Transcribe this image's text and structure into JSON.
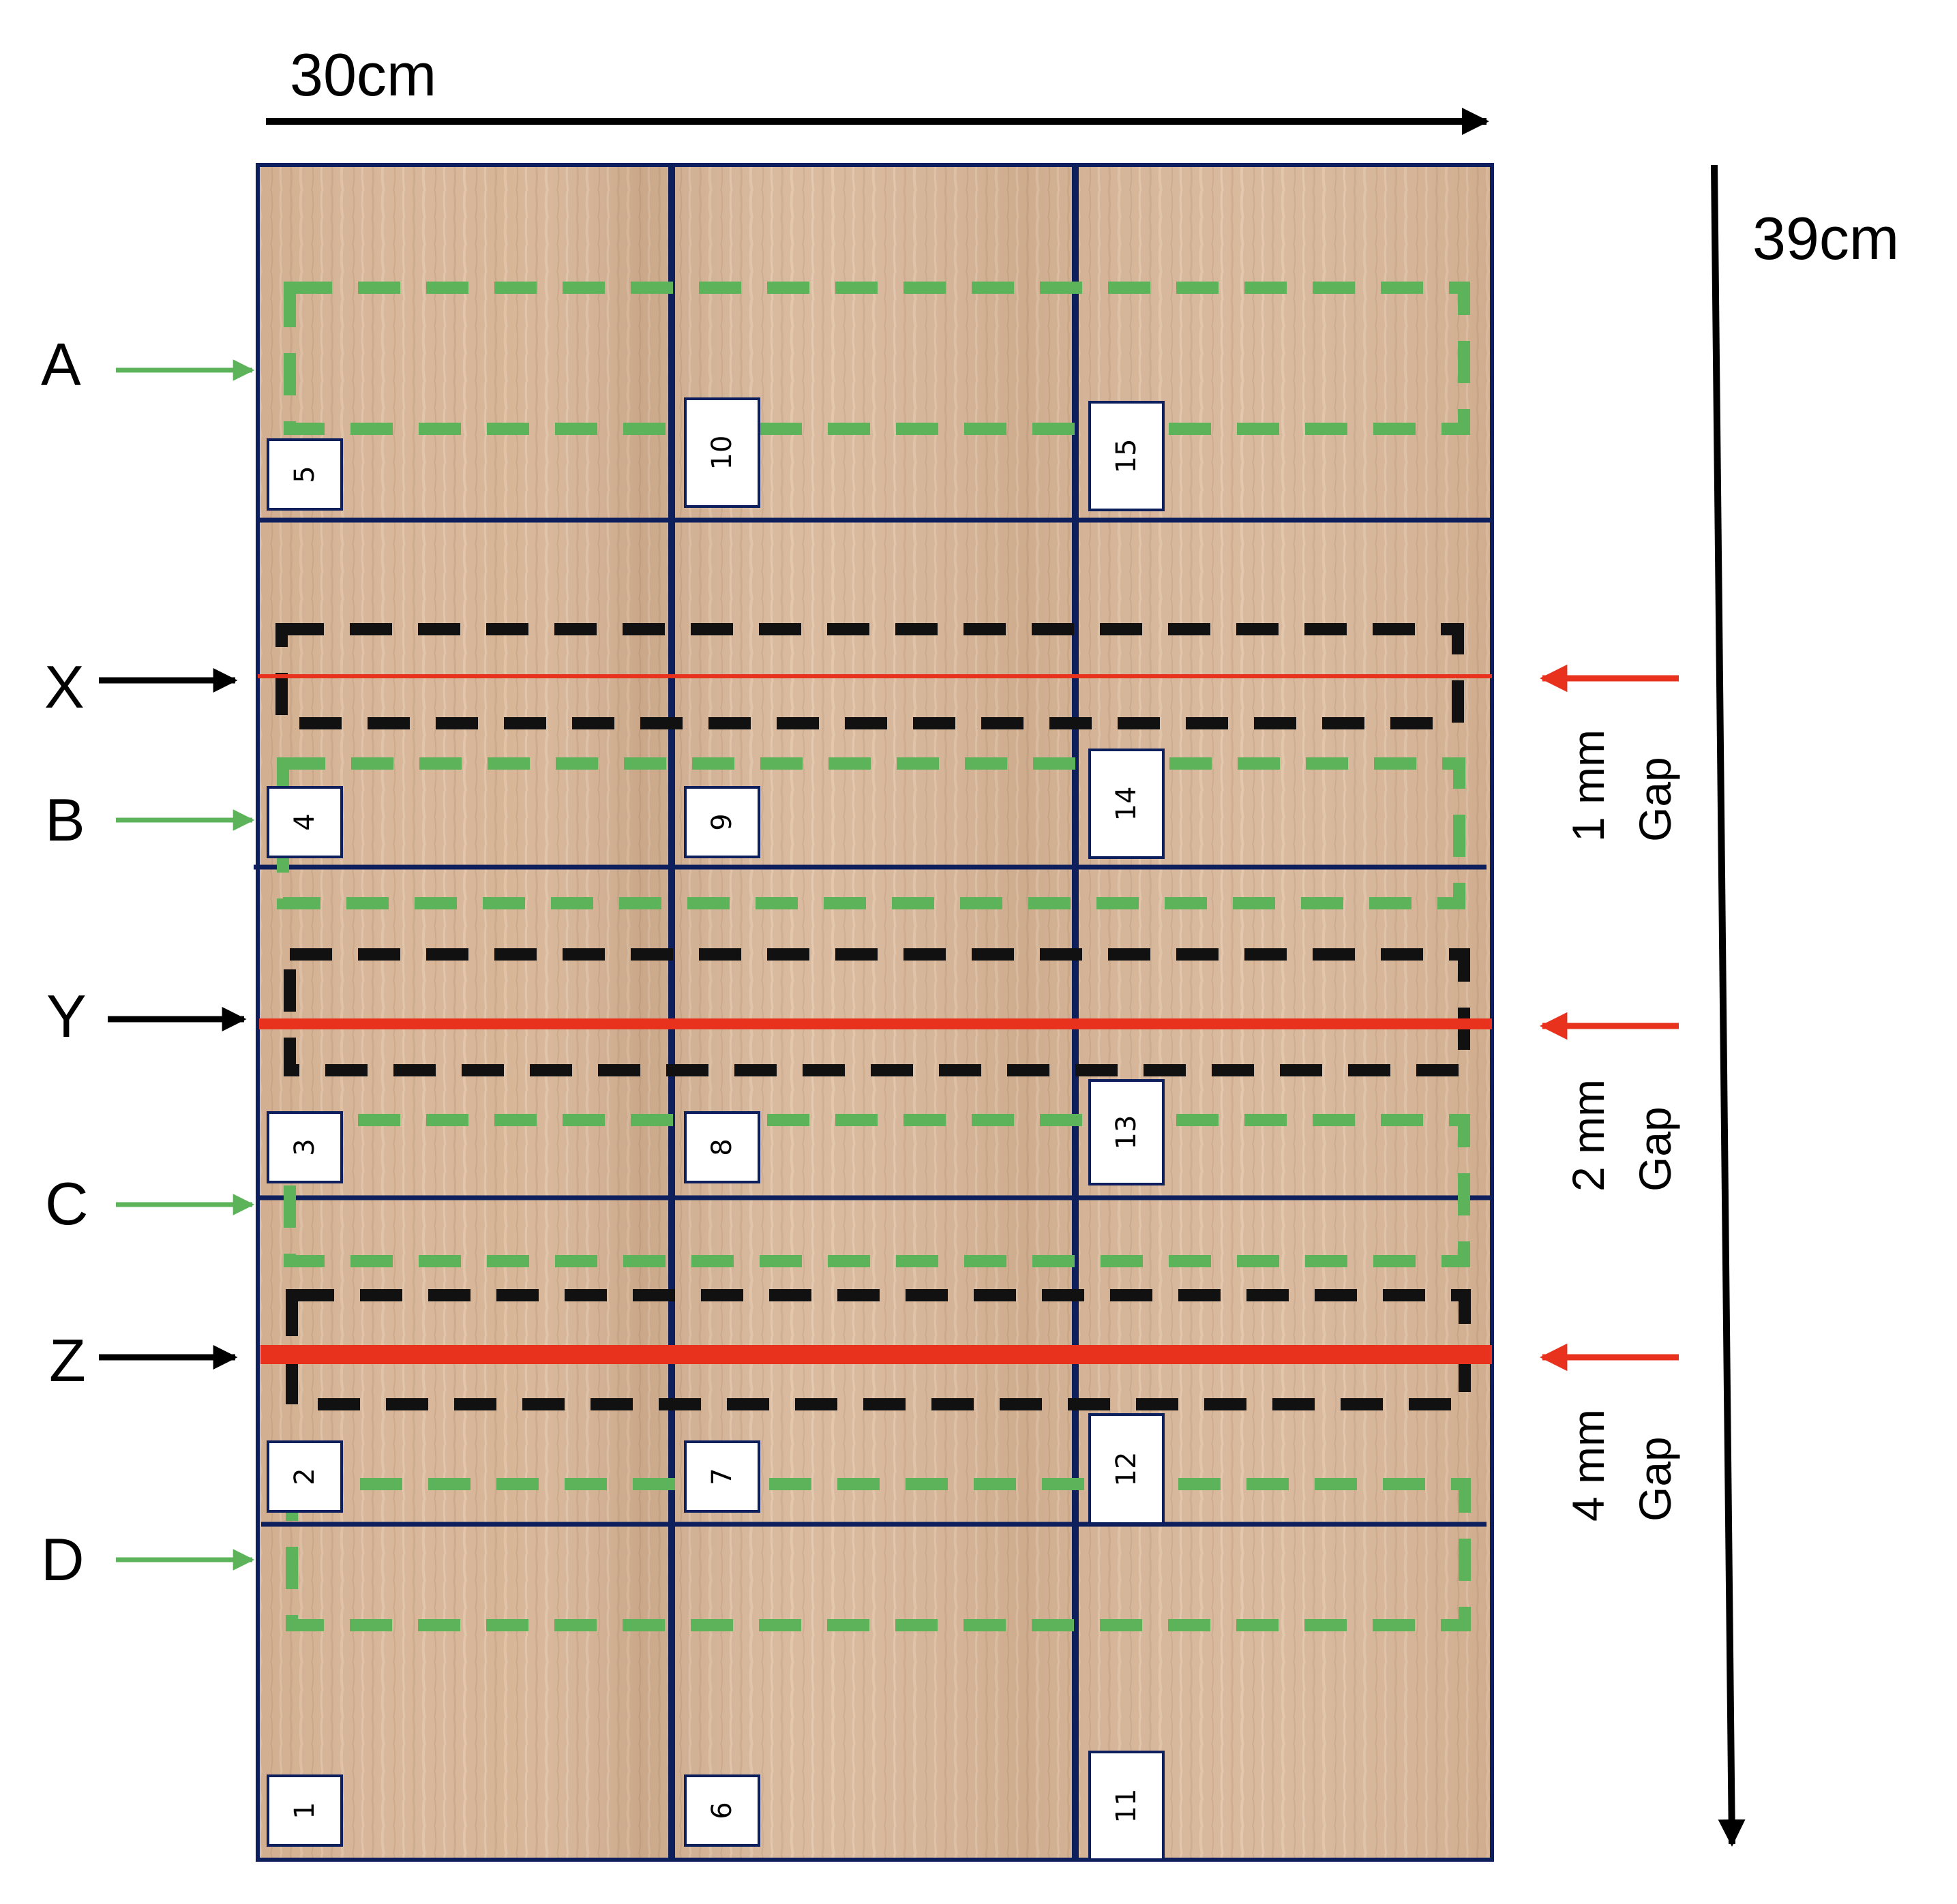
{
  "dimensions": {
    "width_label": "30cm",
    "height_label": "39cm"
  },
  "specimen_labels": [
    "A",
    "B",
    "C",
    "D"
  ],
  "joint_labels": [
    "X",
    "Y",
    "Z"
  ],
  "gaps": [
    {
      "value": "1 mm",
      "word": "Gap"
    },
    {
      "value": "2 mm",
      "word": "Gap"
    },
    {
      "value": "4 mm",
      "word": "Gap"
    }
  ],
  "tags": [
    "1",
    "2",
    "3",
    "4",
    "5",
    "6",
    "7",
    "8",
    "9",
    "10",
    "11",
    "12",
    "13",
    "14",
    "15"
  ],
  "colors": {
    "wood": "#d7b597",
    "grid_line": "#0d1f5c",
    "joint_line": "#e8321e",
    "specimen_box": "#5cb35a",
    "joint_box": "#111111",
    "arrow": "#000000"
  }
}
